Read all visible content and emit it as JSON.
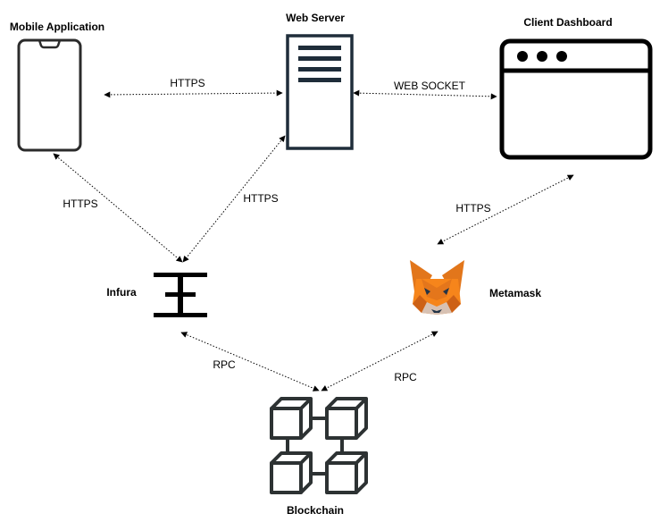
{
  "nodes": {
    "mobile": {
      "label": "Mobile Application",
      "icon": "mobile-phone-icon"
    },
    "webserver": {
      "label": "Web Server",
      "icon": "server-icon"
    },
    "dashboard": {
      "label": "Client Dashboard",
      "icon": "browser-window-icon"
    },
    "infura": {
      "label": "Infura",
      "icon": "infura-logo-icon"
    },
    "metamask": {
      "label": "Metamask",
      "icon": "metamask-fox-icon"
    },
    "blockchain": {
      "label": "Blockchain",
      "icon": "blockchain-cubes-icon"
    }
  },
  "edges": {
    "mobile_webserver": {
      "label": "HTTPS"
    },
    "webserver_dashboard": {
      "label": "WEB SOCKET"
    },
    "mobile_infura": {
      "label": "HTTPS"
    },
    "webserver_infura": {
      "label": "HTTPS"
    },
    "dashboard_metamask": {
      "label": "HTTPS"
    },
    "infura_blockchain": {
      "label": "RPC"
    },
    "metamask_blockchain": {
      "label": "RPC"
    }
  },
  "colors": {
    "line": "#000000",
    "icon_stroke": "#2b2b2b",
    "blockchain_stroke": "#2d3233",
    "fox_orange": "#e2761b",
    "fox_dark": "#cd6116",
    "fox_light": "#f6851b",
    "fox_face": "#e4761b",
    "fox_mouth": "#d7c1b3",
    "fox_nose": "#233447"
  }
}
